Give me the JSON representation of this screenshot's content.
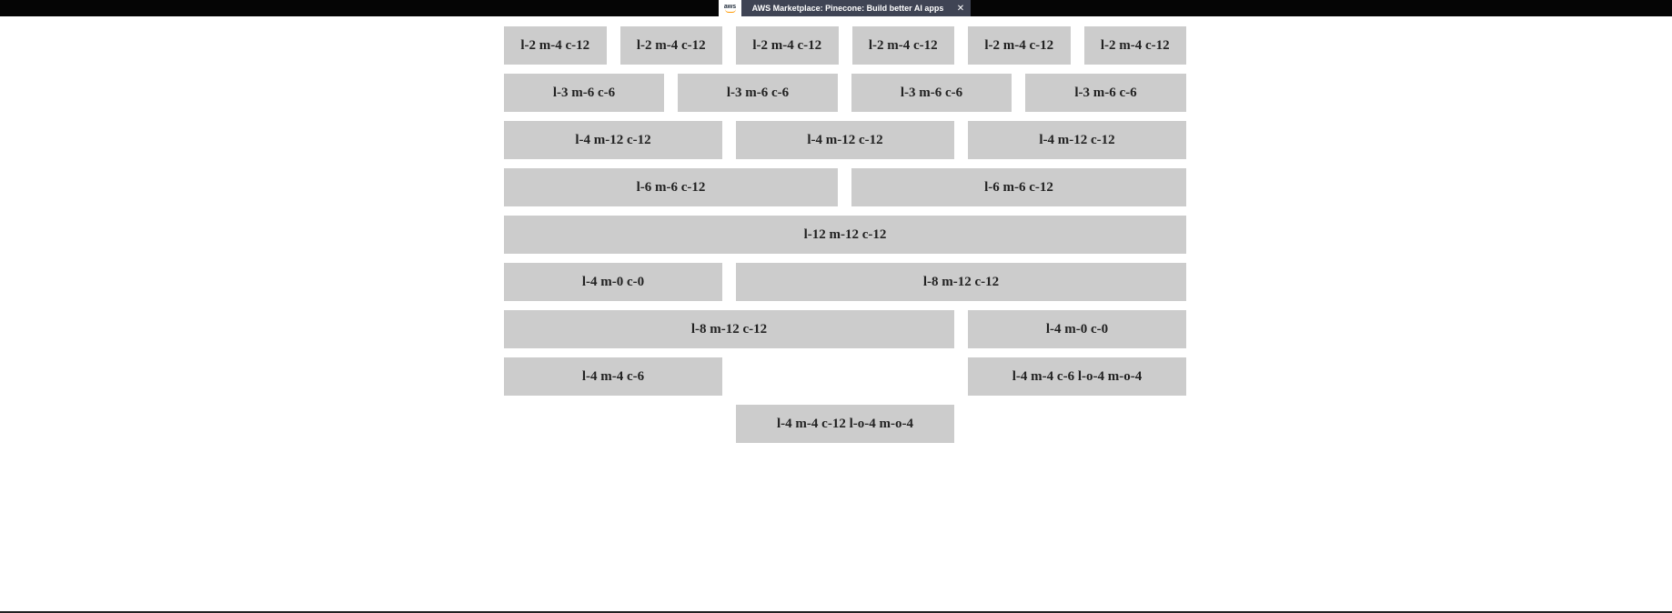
{
  "ad_banner": {
    "logo_text": "aws",
    "text": "AWS Marketplace: Pinecone: Build better AI apps",
    "close_glyph": "✕"
  },
  "grid": {
    "rows": [
      [
        "l-2 m-4 c-12",
        "l-2 m-4 c-12",
        "l-2 m-4 c-12",
        "l-2 m-4 c-12",
        "l-2 m-4 c-12",
        "l-2 m-4 c-12"
      ],
      [
        "l-3 m-6 c-6",
        "l-3 m-6 c-6",
        "l-3 m-6 c-6",
        "l-3 m-6 c-6"
      ],
      [
        "l-4 m-12 c-12",
        "l-4 m-12 c-12",
        "l-4 m-12 c-12"
      ],
      [
        "l-6 m-6 c-12",
        "l-6 m-6 c-12"
      ],
      [
        "l-12 m-12 c-12"
      ],
      [
        "l-4 m-0 c-0",
        "l-8 m-12 c-12"
      ],
      [
        "l-8 m-12 c-12",
        "l-4 m-0 c-0"
      ],
      [
        "l-4 m-4 c-6",
        "l-4 m-4 c-6 l-o-4 m-o-4"
      ],
      [
        "l-4 m-4 c-12 l-o-4 m-o-4"
      ]
    ]
  },
  "colors": {
    "cell_background": "#cccccc",
    "top_bar": "#050505",
    "ad_background": "#3f4454"
  }
}
